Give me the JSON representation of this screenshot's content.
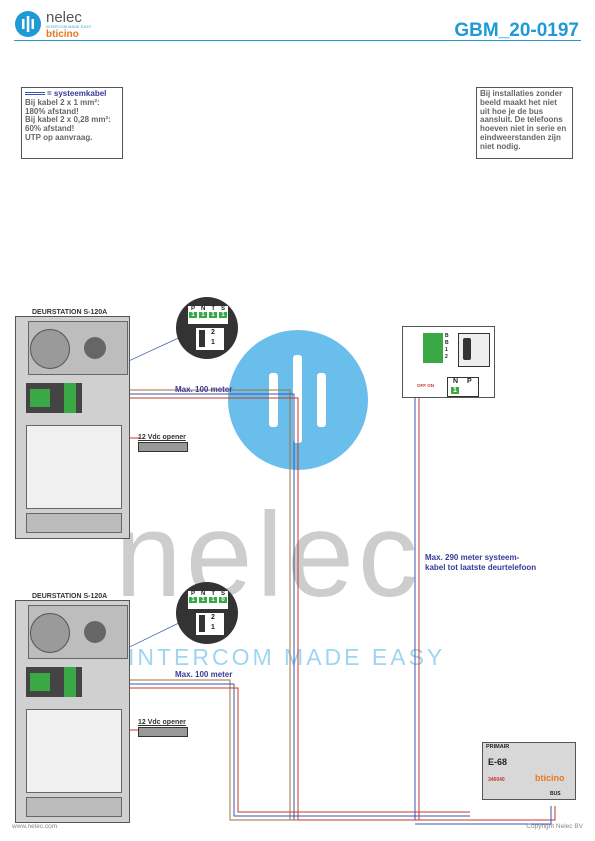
{
  "header": {
    "brand": "nelec",
    "brand_tagline": "INTERCOM MADE EASY",
    "sub_brand": "bticino",
    "doc_code": "GBM_20-0197"
  },
  "notes": {
    "left": {
      "legend": "= systeemkabel",
      "line1": "Bij kabel 2 x 1 mm²:",
      "line2": "180% afstand!",
      "line3": "Bij kabel 2 x 0,28 mm²:",
      "line4": "60% afstand!",
      "line5": "UTP op aanvraag."
    },
    "right": {
      "line1": "Bij installaties zonder",
      "line2": "beeld maakt het niet",
      "line3": "uit hoe je de bus",
      "line4": "aansluit. De telefoons",
      "line5": "hoeven niet in serie en",
      "line6": "eindweerstanden zijn",
      "line7": "niet nodig."
    }
  },
  "stations": [
    {
      "title": "DEURSTATION S-120A",
      "distance": "Max. 100 meter",
      "opener": "12 Vdc opener",
      "dip_labels": [
        "P",
        "N",
        "T",
        "S"
      ],
      "dip_values": [
        "1",
        "1",
        "1",
        "1"
      ],
      "jumper": [
        "2",
        "1"
      ]
    },
    {
      "title": "DEURSTATION S-120A",
      "distance": "Max. 100 meter",
      "opener": "12 Vdc opener",
      "dip_labels": [
        "P",
        "N",
        "T",
        "S"
      ],
      "dip_values": [
        "1",
        "1",
        "1",
        "0"
      ],
      "jumper": [
        "2",
        "1"
      ]
    }
  ],
  "phone": {
    "dip_labels": [
      "N",
      "P"
    ],
    "dip_value": "1",
    "terminals": [
      "B",
      "B",
      "1",
      "2"
    ],
    "sw_label": "OFF ON"
  },
  "system_cable_note": {
    "line1": "Max. 290 meter systeem-",
    "line2": "kabel tot laatste deurtelefoon"
  },
  "power_supply": {
    "label_top": "PRIMAIR",
    "model": "E-68",
    "code": "346040",
    "bus_label": "BUS",
    "brand": "bticino"
  },
  "watermark": {
    "big_text": "nelec",
    "tagline": "INTERCOM MADE EASY"
  },
  "footer": {
    "left": "www.nelec.com",
    "right": "Copyright Nelec BV"
  },
  "colors": {
    "accent": "#1f9ad6",
    "cable_red": "#c0392b",
    "cable_blue": "#3a55b0",
    "cable_brown": "#a0703a"
  }
}
